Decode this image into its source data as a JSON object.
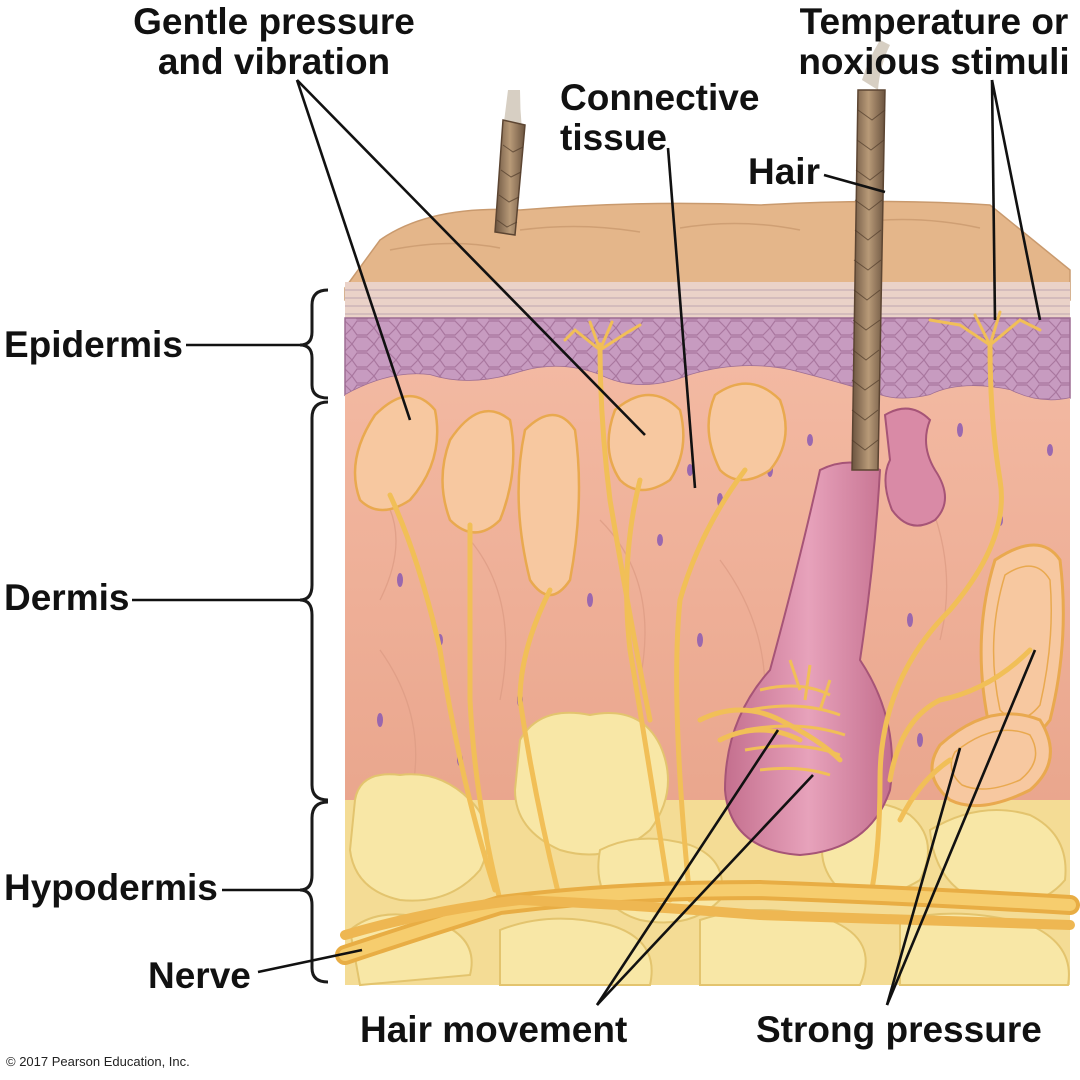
{
  "labels": {
    "gentle_pressure": [
      "Gentle pressure",
      "and vibration"
    ],
    "connective_tissue": [
      "Connective",
      "tissue"
    ],
    "temperature": [
      "Temperature or",
      "noxious stimuli"
    ],
    "hair": "Hair",
    "epidermis": "Epidermis",
    "dermis": "Dermis",
    "hypodermis": "Hypodermis",
    "nerve": "Nerve",
    "hair_movement": "Hair movement",
    "strong_pressure": "Strong pressure"
  },
  "copyright": "© 2017 Pearson Education, Inc.",
  "colors": {
    "skin_surface": "#e6b98a",
    "epidermis": "#c99bbf",
    "dermis": "#f0b49a",
    "fat": "#f6e39a",
    "nerve": "#f3c35c",
    "hair_follicle": "#d98aa6",
    "hair": "#8b6e52",
    "cell_nuclei": "#8a5fb0"
  }
}
